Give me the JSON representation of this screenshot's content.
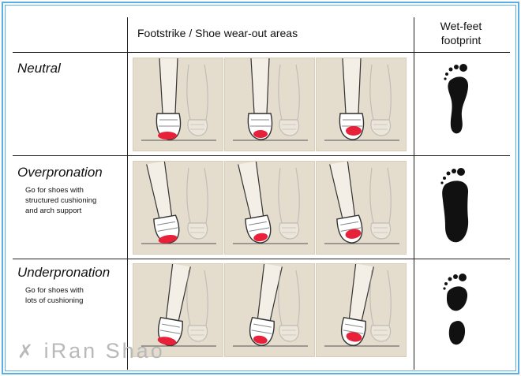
{
  "header": {
    "footstrike": "Footstrike / Shoe wear-out areas",
    "footprint_line1": "Wet-feet",
    "footprint_line2": "footprint"
  },
  "rows": [
    {
      "title": "Neutral",
      "desc": []
    },
    {
      "title": "Overpronation",
      "desc": [
        "Go for shoes with",
        "structured cushioning",
        "and arch support"
      ]
    },
    {
      "title": "Underpronation",
      "desc": [
        "Go for shoes with",
        "lots of cushioning"
      ]
    }
  ],
  "watermark": "iRan Shao",
  "colors": {
    "border": "#5aaee4",
    "panel": "#e4dccd",
    "wear": "#e8213a",
    "ink": "#111111"
  }
}
